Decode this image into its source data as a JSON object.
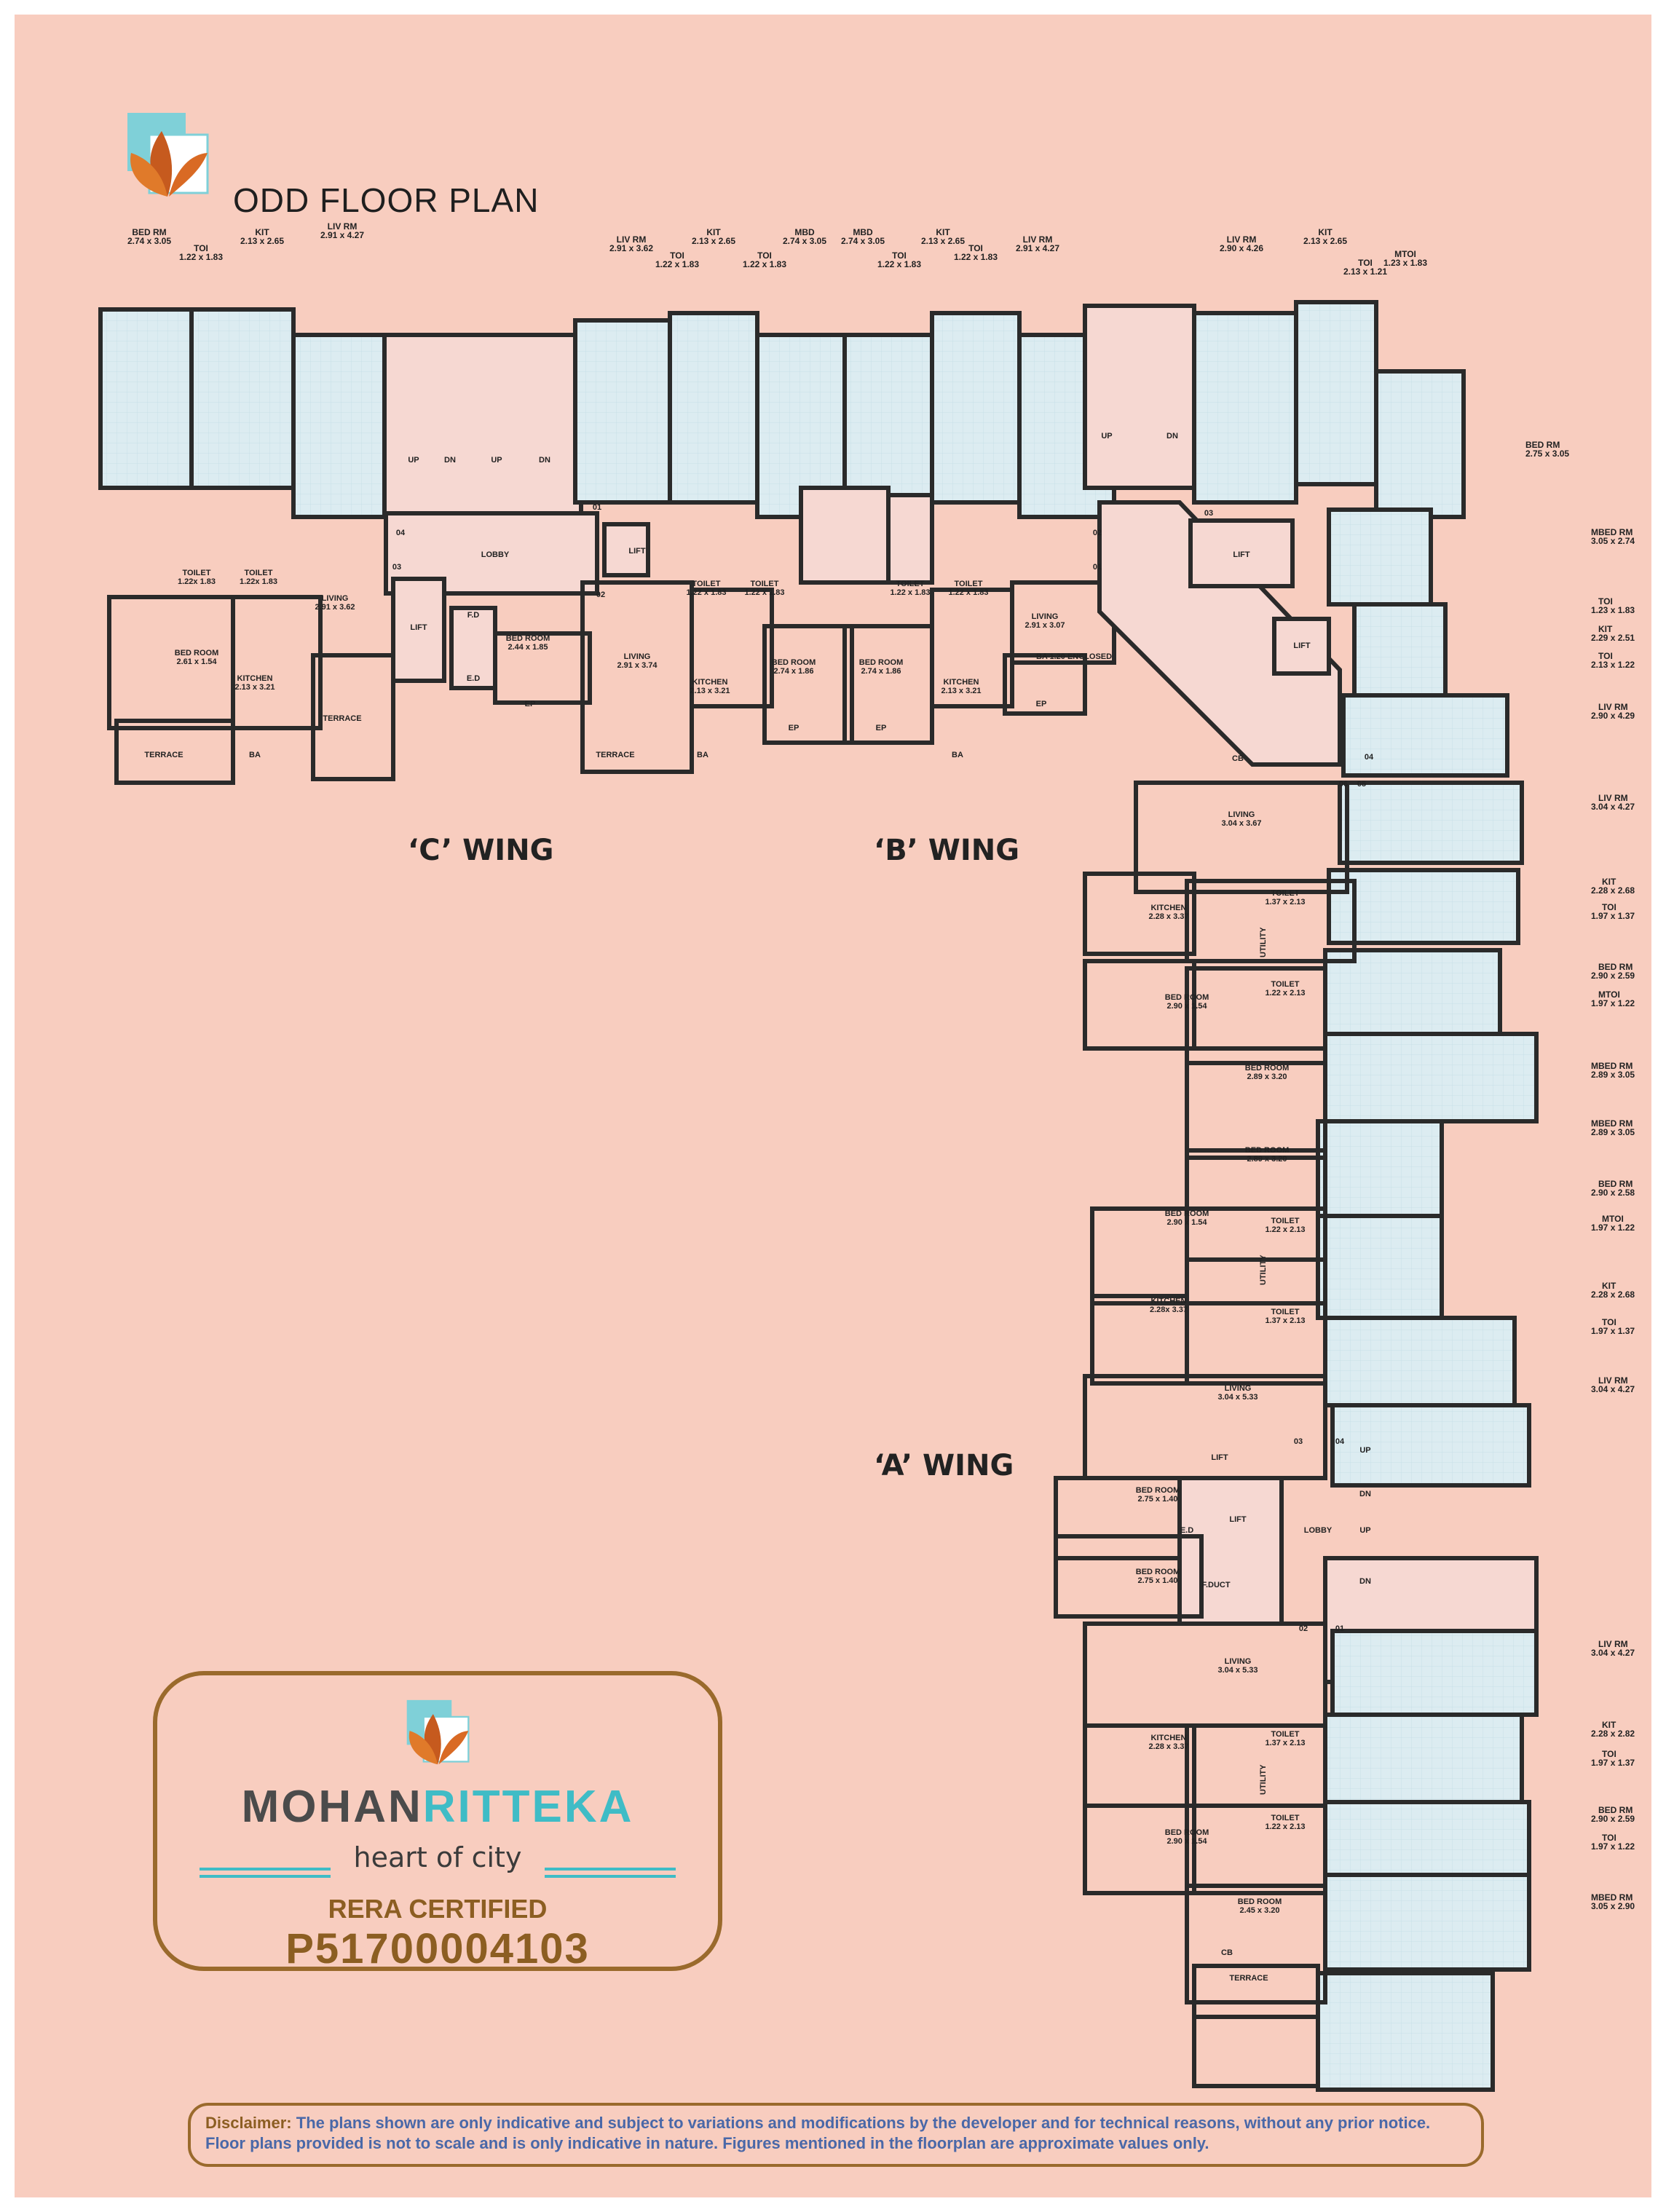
{
  "header": {
    "title": "ODD FLOOR PLAN"
  },
  "wings": {
    "c": "‘C’ WING",
    "b": "‘B’ WING",
    "a": "‘A’ WING"
  },
  "brand": {
    "name_part1": "MOHAN",
    "name_part2": "RITTEKA",
    "tagline": "heart of city",
    "rera_label": "RERA CERTIFIED",
    "rera_number": "P51700004103"
  },
  "disclaimer": {
    "lead": "Disclaimer:",
    "text": "The plans shown are only indicative and subject to variations and modifications by the developer and for technical reasons, without any prior notice. Floor plans provided is not to scale and is only indicative in nature. Figures mentioned in the floorplan are approximate values only."
  },
  "colors": {
    "background": "#f8cdbf",
    "room": "#dcecf1",
    "core": "#f6d8d2",
    "wall": "#2a2a2a",
    "accent_brown": "#8c5e22",
    "accent_teal": "#3fbcc6"
  },
  "floorplan": {
    "rooms": [
      {
        "name": "BED RM",
        "dim": "2.74 x 3.05"
      },
      {
        "name": "TOI",
        "dim": "1.22 x 1.83"
      },
      {
        "name": "KIT",
        "dim": "2.13 x 2.65"
      },
      {
        "name": "LIV RM",
        "dim": "2.91 x 4.27"
      },
      {
        "name": "LIV RM",
        "dim": "2.91 x 3.62"
      },
      {
        "name": "KIT",
        "dim": "2.13 x 2.65"
      },
      {
        "name": "TOI",
        "dim": "1.22 x 1.83"
      },
      {
        "name": "TOI",
        "dim": "1.22 x 1.83"
      },
      {
        "name": "MBD",
        "dim": "2.74 x 3.05"
      },
      {
        "name": "MBD",
        "dim": "2.74 x 3.05"
      },
      {
        "name": "TOI",
        "dim": "1.22 x 1.83"
      },
      {
        "name": "KIT",
        "dim": "2.13 x 2.65"
      },
      {
        "name": "TOI",
        "dim": "1.22 x 1.83"
      },
      {
        "name": "LIV RM",
        "dim": "2.91 x 4.27"
      },
      {
        "name": "LIV RM",
        "dim": "2.90 x 4.26"
      },
      {
        "name": "KIT",
        "dim": "2.13 x 2.65"
      },
      {
        "name": "TOI",
        "dim": "2.13 x 1.21"
      },
      {
        "name": "MTOI",
        "dim": "1.23 x 1.83"
      },
      {
        "name": "BED RM",
        "dim": "2.75 x 3.05"
      },
      {
        "name": "MBED RM",
        "dim": "3.05 x 2.74"
      },
      {
        "name": "TOI",
        "dim": "1.23 x 1.83"
      },
      {
        "name": "KIT",
        "dim": "2.29 x 2.51"
      },
      {
        "name": "TOI",
        "dim": "2.13 x 1.22"
      },
      {
        "name": "LIV RM",
        "dim": "2.90 x 4.29"
      },
      {
        "name": "LIV RM",
        "dim": "3.04 x 4.27"
      },
      {
        "name": "KIT",
        "dim": "2.28 x 2.68"
      },
      {
        "name": "TOI",
        "dim": "1.97 x 1.37"
      },
      {
        "name": "BED RM",
        "dim": "2.90 x 2.59"
      },
      {
        "name": "MTOI",
        "dim": "1.97 x 1.22"
      },
      {
        "name": "MBED RM",
        "dim": "2.89 x 3.05"
      },
      {
        "name": "MBED RM",
        "dim": "2.89 x 3.05"
      },
      {
        "name": "BED RM",
        "dim": "2.90 x 2.58"
      },
      {
        "name": "MTOI",
        "dim": "1.97 x 1.22"
      },
      {
        "name": "KIT",
        "dim": "2.28 x 2.68"
      },
      {
        "name": "TOI",
        "dim": "1.97 x 1.37"
      },
      {
        "name": "LIV RM",
        "dim": "3.04 x 4.27"
      },
      {
        "name": "LIV RM",
        "dim": "3.04 x 4.27"
      },
      {
        "name": "KIT",
        "dim": "2.28 x 2.82"
      },
      {
        "name": "TOI",
        "dim": "1.97 x 1.37"
      },
      {
        "name": "BED RM",
        "dim": "2.90 x 2.59"
      },
      {
        "name": "TOI",
        "dim": "1.97 x 1.22"
      },
      {
        "name": "MBED RM",
        "dim": "3.05 x 2.90"
      },
      {
        "name": "TOILET",
        "dim": "1.22x 1.83"
      },
      {
        "name": "TOILET",
        "dim": "1.22x 1.83"
      },
      {
        "name": "LIVING",
        "dim": "2.91 x 3.62"
      },
      {
        "name": "BED ROOM",
        "dim": "2.61 x 1.54"
      },
      {
        "name": "KITCHEN",
        "dim": "2.13 x 3.21"
      },
      {
        "name": "BED ROOM",
        "dim": "2.44 x 1.85"
      },
      {
        "name": "LIVING",
        "dim": "2.91 x 3.74"
      },
      {
        "name": "TOILET",
        "dim": "1.22 x 1.83"
      },
      {
        "name": "TOILET",
        "dim": "1.22 x 1.83"
      },
      {
        "name": "KITCHEN",
        "dim": "2.13 x 3.21"
      },
      {
        "name": "BED ROOM",
        "dim": "2.74 x 1.86"
      },
      {
        "name": "BED ROOM",
        "dim": "2.74 x 1.86"
      },
      {
        "name": "TOILET",
        "dim": "1.22 x 1.83"
      },
      {
        "name": "TOILET",
        "dim": "1.22 x 1.83"
      },
      {
        "name": "KITCHEN",
        "dim": "2.13 x 3.21"
      },
      {
        "name": "LIVING",
        "dim": "2.91 x 3.07"
      },
      {
        "name": "LIVING",
        "dim": "3.04 x 3.67"
      },
      {
        "name": "KITCHEN",
        "dim": "2.28 x 3.37"
      },
      {
        "name": "TOILET",
        "dim": "1.37 x 2.13"
      },
      {
        "name": "TOILET",
        "dim": "1.22 x 2.13"
      },
      {
        "name": "BED ROOM",
        "dim": "2.90 x 1.54"
      },
      {
        "name": "BED ROOM",
        "dim": "2.89 x 3.20"
      },
      {
        "name": "BED ROOM",
        "dim": "2.89 x 3.20"
      },
      {
        "name": "BED ROOM",
        "dim": "2.90 x 1.54"
      },
      {
        "name": "TOILET",
        "dim": "1.22 x 2.13"
      },
      {
        "name": "KITCHEN",
        "dim": "2.28x 3.37"
      },
      {
        "name": "TOILET",
        "dim": "1.37 x 2.13"
      },
      {
        "name": "LIVING",
        "dim": "3.04 x 5.33"
      },
      {
        "name": "BED ROOM",
        "dim": "2.75 x 1.40"
      },
      {
        "name": "BED ROOM",
        "dim": "2.75 x 1.40"
      },
      {
        "name": "LIVING",
        "dim": "3.04 x 5.33"
      },
      {
        "name": "KITCHEN",
        "dim": "2.28 x 3.37"
      },
      {
        "name": "TOILET",
        "dim": "1.37 x 2.13"
      },
      {
        "name": "TOILET",
        "dim": "1.22 x 2.13"
      },
      {
        "name": "BED ROOM",
        "dim": "2.90 x 1.54"
      },
      {
        "name": "BED ROOM",
        "dim": "2.45 x 3.20"
      }
    ],
    "labels": {
      "lobby": "LOBBY",
      "lift": "LIFT",
      "up": "UP",
      "dn": "DN",
      "terrace": "TERRACE",
      "ep": "EP",
      "ba": "BA",
      "fd": "F.D",
      "ed": "E.D",
      "fduct": "F.DUCT",
      "utility": "UTILITY",
      "ba_enclosed": "BA 1.20 ENCLOSED",
      "cb": "CB"
    },
    "door_numbers": [
      "01",
      "02",
      "03",
      "04",
      "05",
      "06"
    ]
  }
}
